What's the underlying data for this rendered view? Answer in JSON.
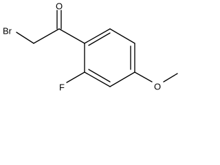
{
  "molecule": {
    "atom_labels": {
      "bromine": "Br",
      "oxygen_carbonyl": "O",
      "fluorine": "F",
      "oxygen_methoxy": "O"
    },
    "bond_color": "#000000",
    "background_color": "#ffffff"
  }
}
